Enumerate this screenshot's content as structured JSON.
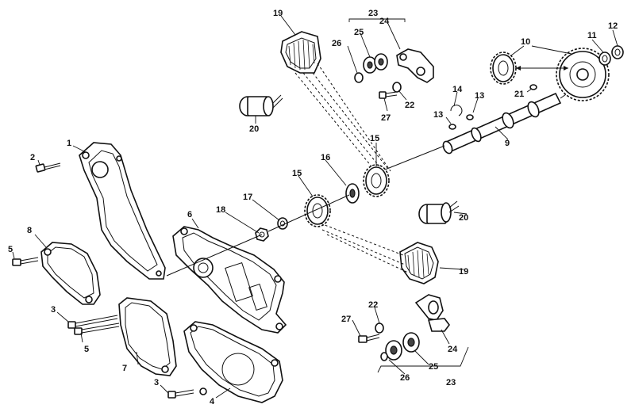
{
  "callouts": {
    "c1": "1",
    "c2": "2",
    "c3a": "3",
    "c3b": "3",
    "c4": "4",
    "c5a": "5",
    "c5b": "5",
    "c6": "6",
    "c7": "7",
    "c8": "8",
    "c9": "9",
    "c10": "10",
    "c11": "11",
    "c12": "12",
    "c13a": "13",
    "c13b": "13",
    "c14": "14",
    "c15a": "15",
    "c15b": "15",
    "c16": "16",
    "c17": "17",
    "c18": "18",
    "c19a": "19",
    "c19b": "19",
    "c20a": "20",
    "c20b": "20",
    "c21": "21",
    "c22a": "22",
    "c22b": "22",
    "c23a": "23",
    "c23b": "23",
    "c24a": "24",
    "c24b": "24",
    "c25a": "25",
    "c25b": "25",
    "c26a": "26",
    "c26b": "26",
    "c27a": "27",
    "c27b": "27"
  },
  "colors": {
    "ink": "#111111",
    "paper": "#ffffff"
  }
}
